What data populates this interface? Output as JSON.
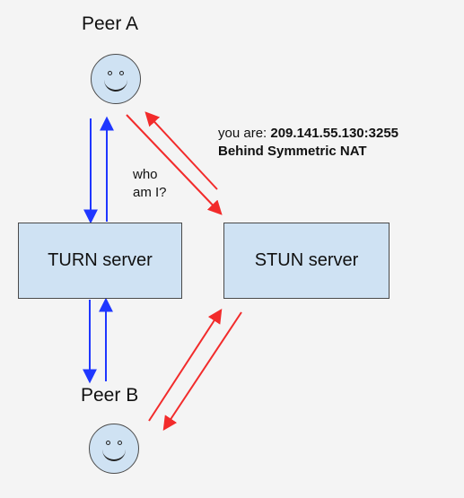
{
  "labels": {
    "peer_a": "Peer A",
    "peer_b": "Peer B",
    "question_line_1": "who",
    "question_line_2": "am I?",
    "info_prefix": "you are:",
    "info_address": "209.141.55.130:3255",
    "info_nat": "Behind Symmetric NAT"
  },
  "boxes": {
    "turn": "TURN server",
    "stun": "STUN server"
  },
  "colors": {
    "box_fill": "#cfe2f3",
    "box_border": "#4a4a4a",
    "blue_arrow": "#1f37ff",
    "red_arrow": "#f22b2b"
  },
  "icons": {
    "peer_a": "smiley-face-icon",
    "peer_b": "smiley-face-icon"
  }
}
